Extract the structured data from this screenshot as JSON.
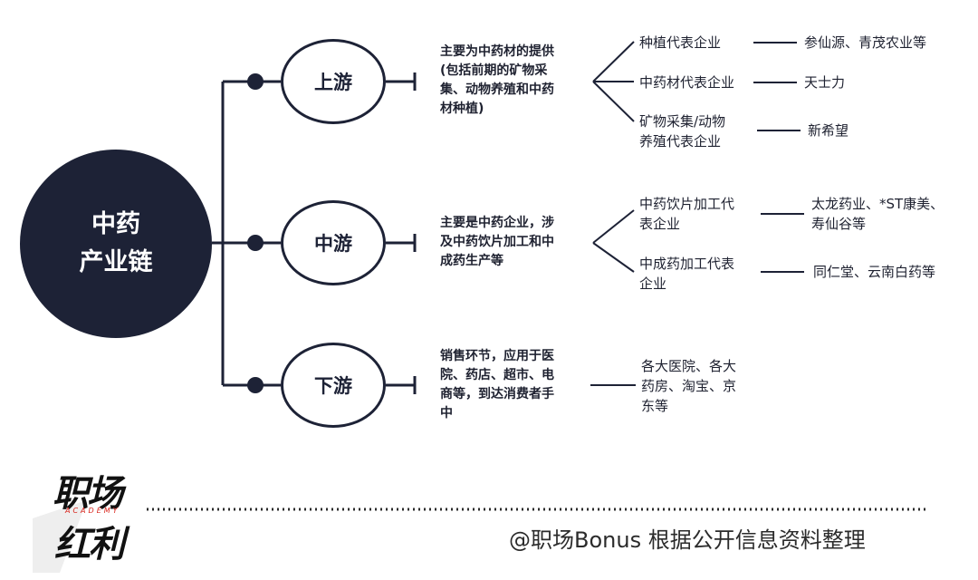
{
  "root": {
    "line1": "中药",
    "line2": "产业链"
  },
  "stages": [
    {
      "label": "上游",
      "desc": [
        "主要为中药材的提供",
        "(包括前期的矿物采",
        "集、动物养殖和中药",
        "材种植)"
      ],
      "branches": [
        {
          "category": [
            "种植代表企业"
          ],
          "enterprises": [
            "参仙源、青茂农业等"
          ]
        },
        {
          "category": [
            "中药材代表企业"
          ],
          "enterprises": [
            "天士力"
          ]
        },
        {
          "category": [
            "矿物采集/动物",
            "养殖代表企业"
          ],
          "enterprises": [
            "新希望"
          ]
        }
      ]
    },
    {
      "label": "中游",
      "desc": [
        "主要是中药企业，涉",
        "及中药饮片加工和中",
        "成药生产等"
      ],
      "branches": [
        {
          "category": [
            "中药饮片加工代",
            "表企业"
          ],
          "enterprises": [
            "太龙药业、*ST康美、",
            "寿仙谷等"
          ]
        },
        {
          "category": [
            "中成药加工代表",
            "企业"
          ],
          "enterprises": [
            "同仁堂、云南白药等"
          ]
        }
      ]
    },
    {
      "label": "下游",
      "desc": [
        "销售环节，应用于医",
        "院、药店、超市、电",
        "商等，到达消费者手",
        "中"
      ],
      "branches": [
        {
          "category": [
            "各大医院、各大",
            "药房、淘宝、京",
            "东等"
          ],
          "enterprises": []
        }
      ]
    }
  ],
  "footer": {
    "logo_line1": "职场",
    "logo_line2": "红利",
    "logo_tag": "ACADEMY",
    "credit": "@职场Bonus 根据公开信息资料整理"
  },
  "colors": {
    "node_fill": "#1d2236",
    "line": "#1d2236",
    "logo_red": "#d9241b"
  }
}
